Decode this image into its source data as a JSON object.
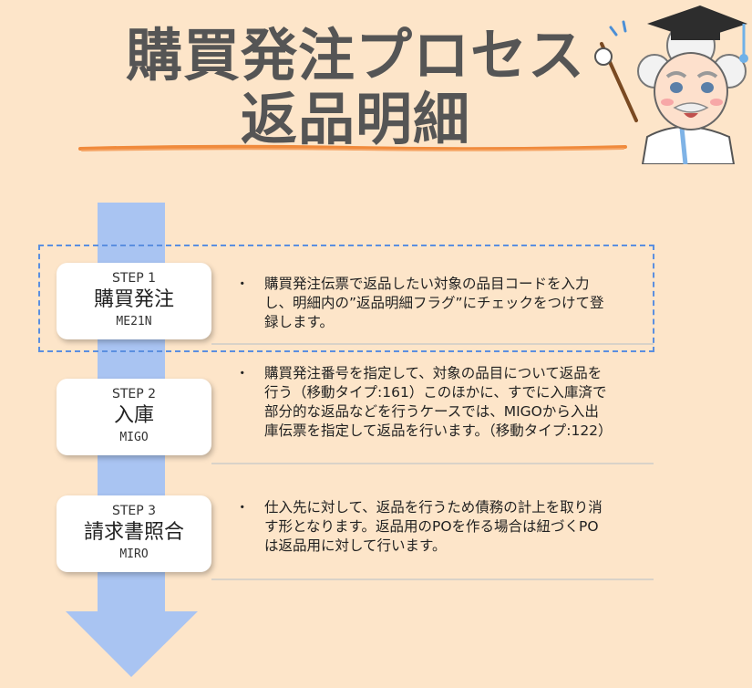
{
  "title": {
    "line1": "購買発注プロセス",
    "line2": "返品明細"
  },
  "colors": {
    "background": "#fde5c9",
    "title_text": "#555555",
    "underline": "#f08a3c",
    "arrow": "#a9c4f2",
    "dashed_highlight": "#5b8fe0"
  },
  "steps": [
    {
      "step": "STEP 1",
      "name": "購買発注",
      "code": "ME21N",
      "bullet": "・",
      "description": "購買発注伝票で返品したい対象の品目コードを入力し、明細内の”返品明細フラグ”にチェックをつけて登録します。",
      "highlighted": true
    },
    {
      "step": "STEP 2",
      "name": "入庫",
      "code": "MIGO",
      "bullet": "・",
      "description": "購買発注番号を指定して、対象の品目について返品を行う（移動タイプ:161）このほかに、すでに入庫済で部分的な返品などを行うケースでは、MIGOから入出庫伝票を指定して返品を行います。（移動タイプ:122）",
      "highlighted": false
    },
    {
      "step": "STEP 3",
      "name": "請求書照合",
      "code": "MIRO",
      "bullet": "・",
      "description": "仕入先に対して、返品を行うため債務の計上を取り消す形となります。返品用のPOを作る場合は紐づくPOは返品用に対して行います。",
      "highlighted": false
    }
  ]
}
